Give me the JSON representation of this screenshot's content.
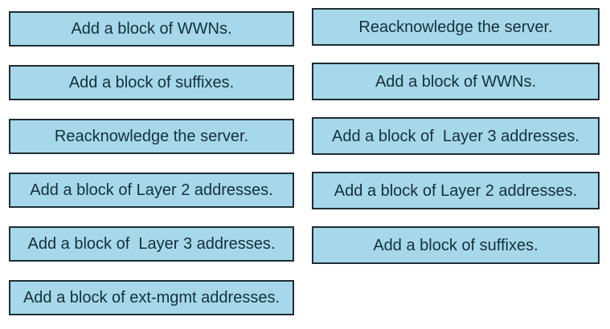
{
  "colors": {
    "page_bg": "#ffffff",
    "box_fill": "#a6d8e9",
    "box_border": "#1e2d35",
    "box_text": "#14303d"
  },
  "left_column": {
    "items": [
      {
        "label": "Add a block of WWNs."
      },
      {
        "label": "Add a block of suffixes."
      },
      {
        "label": "Reacknowledge the server."
      },
      {
        "label": "Add a block of Layer 2 addresses."
      },
      {
        "label": "Add a block of  Layer 3 addresses."
      },
      {
        "label": "Add a block of ext-mgmt addresses."
      }
    ]
  },
  "right_column": {
    "items": [
      {
        "label": "Reacknowledge the server."
      },
      {
        "label": "Add a block of WWNs."
      },
      {
        "label": "Add a block of  Layer 3 addresses."
      },
      {
        "label": "Add a block of Layer 2 addresses."
      },
      {
        "label": "Add a block of suffixes."
      }
    ]
  }
}
